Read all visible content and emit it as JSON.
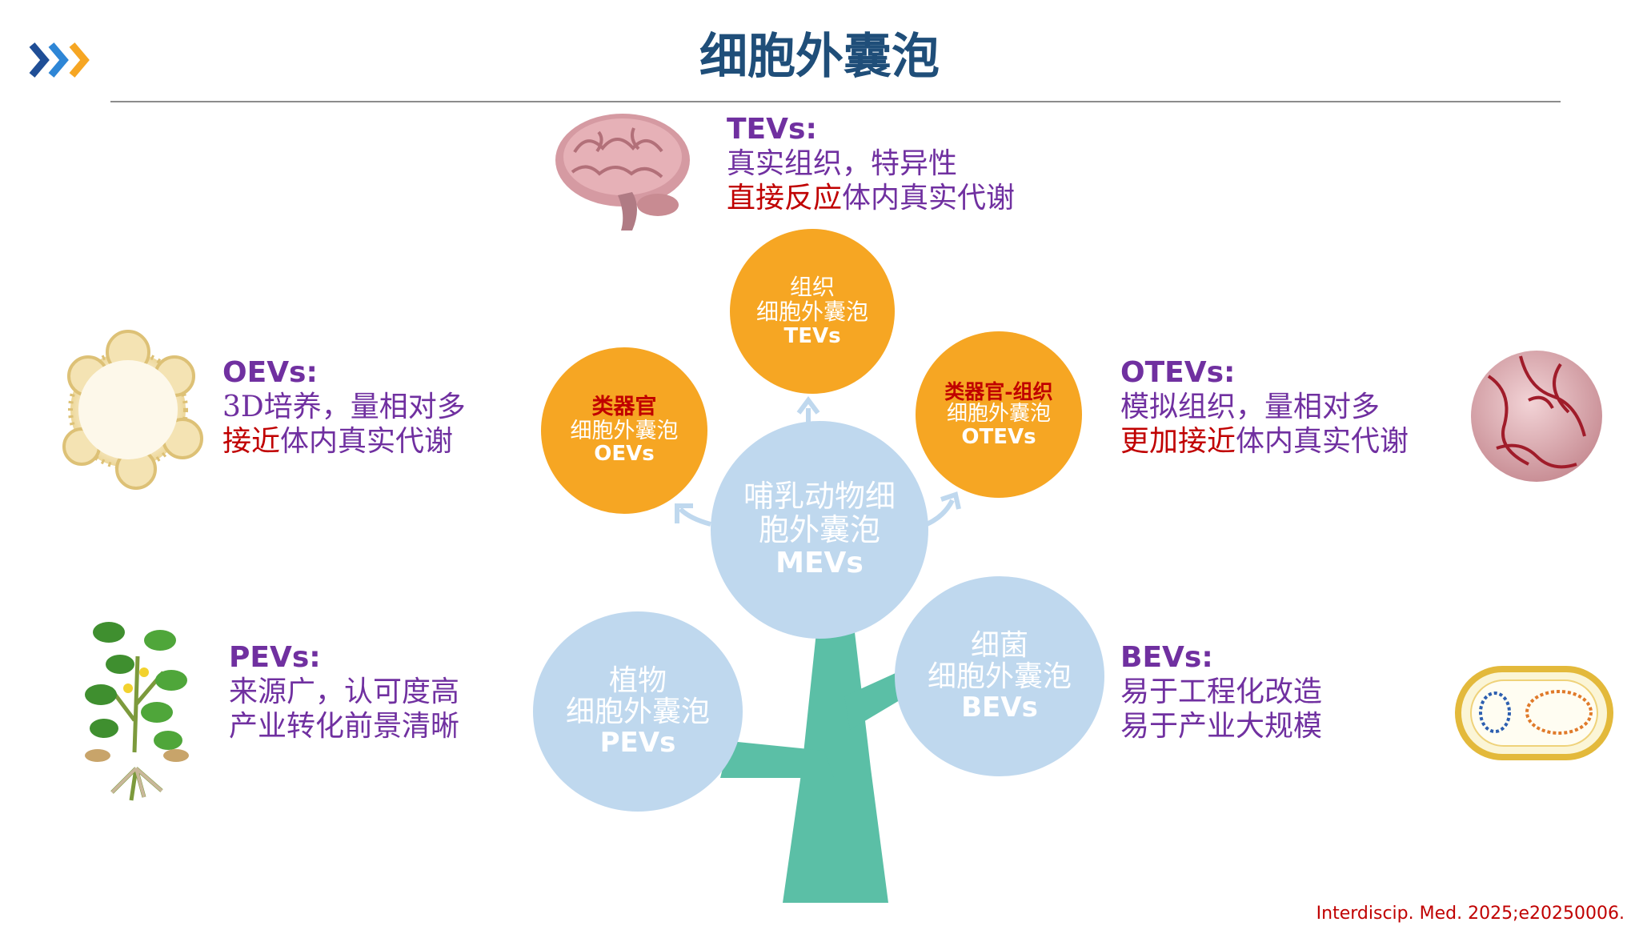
{
  "title": "细胞外囊泡",
  "citation": "Interdiscip. Med. 2025;e20250006.",
  "center": {
    "line1": "哺乳动物细",
    "line2": "胞外囊泡",
    "abbr": "MEVs"
  },
  "tevs_circle": {
    "line1": "组织",
    "line2": "细胞外囊泡",
    "abbr": "TEVs"
  },
  "oevs_circle": {
    "line1": "类器官",
    "line2": "细胞外囊泡",
    "abbr": "OEVs"
  },
  "otevs_circle": {
    "line1": "类器官-组织",
    "line2": "细胞外囊泡",
    "abbr": "OTEVs"
  },
  "pevs_circle": {
    "line1": "植物",
    "line2": "细胞外囊泡",
    "abbr": "PEVs"
  },
  "bevs_circle": {
    "line1": "细菌",
    "line2": "细胞外囊泡",
    "abbr": "BEVs"
  },
  "tevs_desc": {
    "head": "TEVs:",
    "l1": "真实组织，特异性",
    "l2_red": "直接反应",
    "l2_rest": "体内真实代谢"
  },
  "oevs_desc": {
    "head": "OEVs:",
    "l1": "3D培养，量相对多",
    "l2_red": "接近",
    "l2_rest": "体内真实代谢"
  },
  "otevs_desc": {
    "head": "OTEVs:",
    "l1": "模拟组织，量相对多",
    "l2_red": "更加接近",
    "l2_rest": "体内真实代谢"
  },
  "pevs_desc": {
    "head": "PEVs:",
    "l1": "来源广，认可度高",
    "l2": "产业转化前景清晰"
  },
  "bevs_desc": {
    "head": "BEVs:",
    "l1": "易于工程化改造",
    "l2": "易于产业大规模"
  },
  "colors": {
    "orange": "#f6a623",
    "light_blue": "#bfd8ee",
    "purple": "#7030a0",
    "red": "#c00000",
    "title_blue": "#1f4e79",
    "trunk": "#5bbfa6"
  }
}
